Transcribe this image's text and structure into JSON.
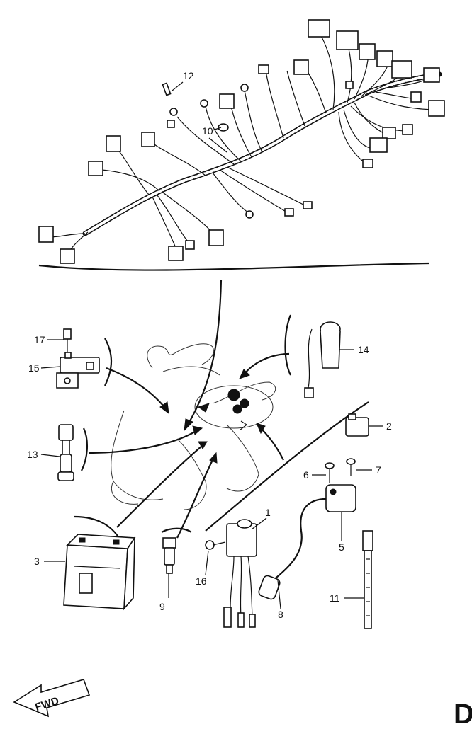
{
  "diagram": {
    "part_labels": [
      "1",
      "2",
      "3",
      "5",
      "6",
      "7",
      "8",
      "9",
      "10",
      "11",
      "12",
      "13",
      "14",
      "15",
      "16",
      "17"
    ],
    "direction_label": "FWD",
    "corner_mark": "D"
  },
  "colors": {
    "ink": "#111111",
    "paper": "#ffffff"
  },
  "icons": [
    "arrow-left-icon",
    "front-direction-icon"
  ]
}
